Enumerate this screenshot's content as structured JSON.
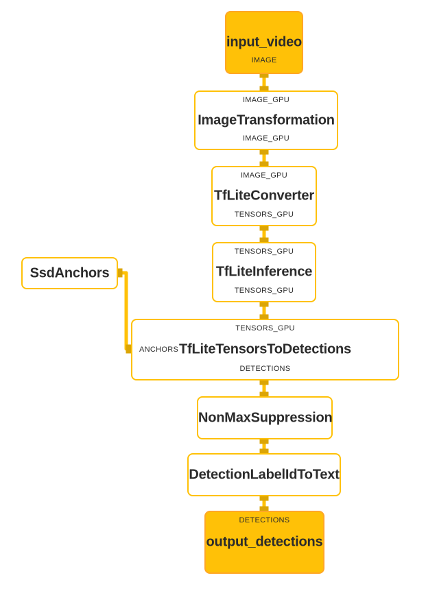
{
  "colors": {
    "accent": "#FFC107",
    "accent_border": "#FFA726",
    "node_bg": "#FFFFFF",
    "edge": "#FFC107",
    "port": "#DBA506",
    "text": "#2B2B2B"
  },
  "graph": {
    "nodes": [
      {
        "id": "input_video",
        "type": "input_stream",
        "title": "input_video",
        "bottom_label": "IMAGE"
      },
      {
        "id": "ImageTransformation",
        "type": "calculator",
        "top_label": "IMAGE_GPU",
        "title": "ImageTransformation",
        "bottom_label": "IMAGE_GPU"
      },
      {
        "id": "TfLiteConverter",
        "type": "calculator",
        "top_label": "IMAGE_GPU",
        "title": "TfLiteConverter",
        "bottom_label": "TENSORS_GPU"
      },
      {
        "id": "TfLiteInference",
        "type": "calculator",
        "top_label": "TENSORS_GPU",
        "title": "TfLiteInference",
        "bottom_label": "TENSORS_GPU"
      },
      {
        "id": "SsdAnchors",
        "type": "calculator",
        "title": "SsdAnchors"
      },
      {
        "id": "TfLiteTensorsToDetections",
        "type": "calculator",
        "top_label": "TENSORS_GPU",
        "left_label": "ANCHORS",
        "title": "TfLiteTensorsToDetections",
        "bottom_label": "DETECTIONS"
      },
      {
        "id": "NonMaxSuppression",
        "type": "calculator",
        "title": "NonMaxSuppression"
      },
      {
        "id": "DetectionLabelIdToText",
        "type": "calculator",
        "title": "DetectionLabelIdToText"
      },
      {
        "id": "output_detections",
        "type": "output_stream",
        "top_label": "DETECTIONS",
        "title": "output_detections"
      }
    ],
    "edges": [
      {
        "from": "input_video",
        "to": "ImageTransformation",
        "stream": "IMAGE / IMAGE_GPU"
      },
      {
        "from": "ImageTransformation",
        "to": "TfLiteConverter",
        "stream": "IMAGE_GPU"
      },
      {
        "from": "TfLiteConverter",
        "to": "TfLiteInference",
        "stream": "TENSORS_GPU"
      },
      {
        "from": "TfLiteInference",
        "to": "TfLiteTensorsToDetections",
        "stream": "TENSORS_GPU"
      },
      {
        "from": "SsdAnchors",
        "to": "TfLiteTensorsToDetections",
        "stream": "ANCHORS"
      },
      {
        "from": "TfLiteTensorsToDetections",
        "to": "NonMaxSuppression",
        "stream": "DETECTIONS"
      },
      {
        "from": "NonMaxSuppression",
        "to": "DetectionLabelIdToText",
        "stream": ""
      },
      {
        "from": "DetectionLabelIdToText",
        "to": "output_detections",
        "stream": "DETECTIONS"
      }
    ]
  }
}
